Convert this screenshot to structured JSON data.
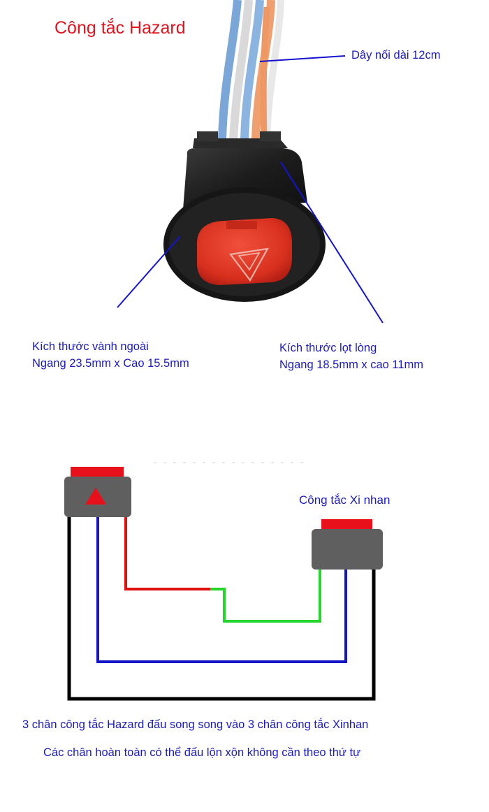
{
  "title": "Công tắc Hazard",
  "annotations": {
    "wire_length": "Dây nối dài 12cm",
    "outer_rim": {
      "line1": "Kích thước vành ngoài",
      "line2": "Ngang 23.5mm x Cao 15.5mm"
    },
    "inner_cutout": {
      "line1": "Kích thước lọt lòng",
      "line2": "Ngang 18.5mm x cao 11mm"
    }
  },
  "diagram": {
    "turn_signal_switch_label": "Công tắc Xi nhan",
    "wire_colors": {
      "red": "#e01010",
      "green": "#22d62a",
      "blue": "#1414c8",
      "black": "#000000"
    },
    "switch_body_color": "#5f5f5f",
    "switch_button_color": "#e8101a"
  },
  "notes": {
    "line1": "3 chân công tắc Hazard đấu song song vào 3 chân công tắc Xinhan",
    "line2": "Các chân hoàn toàn có thể đấu lộn xộn không cần theo thứ tự"
  }
}
